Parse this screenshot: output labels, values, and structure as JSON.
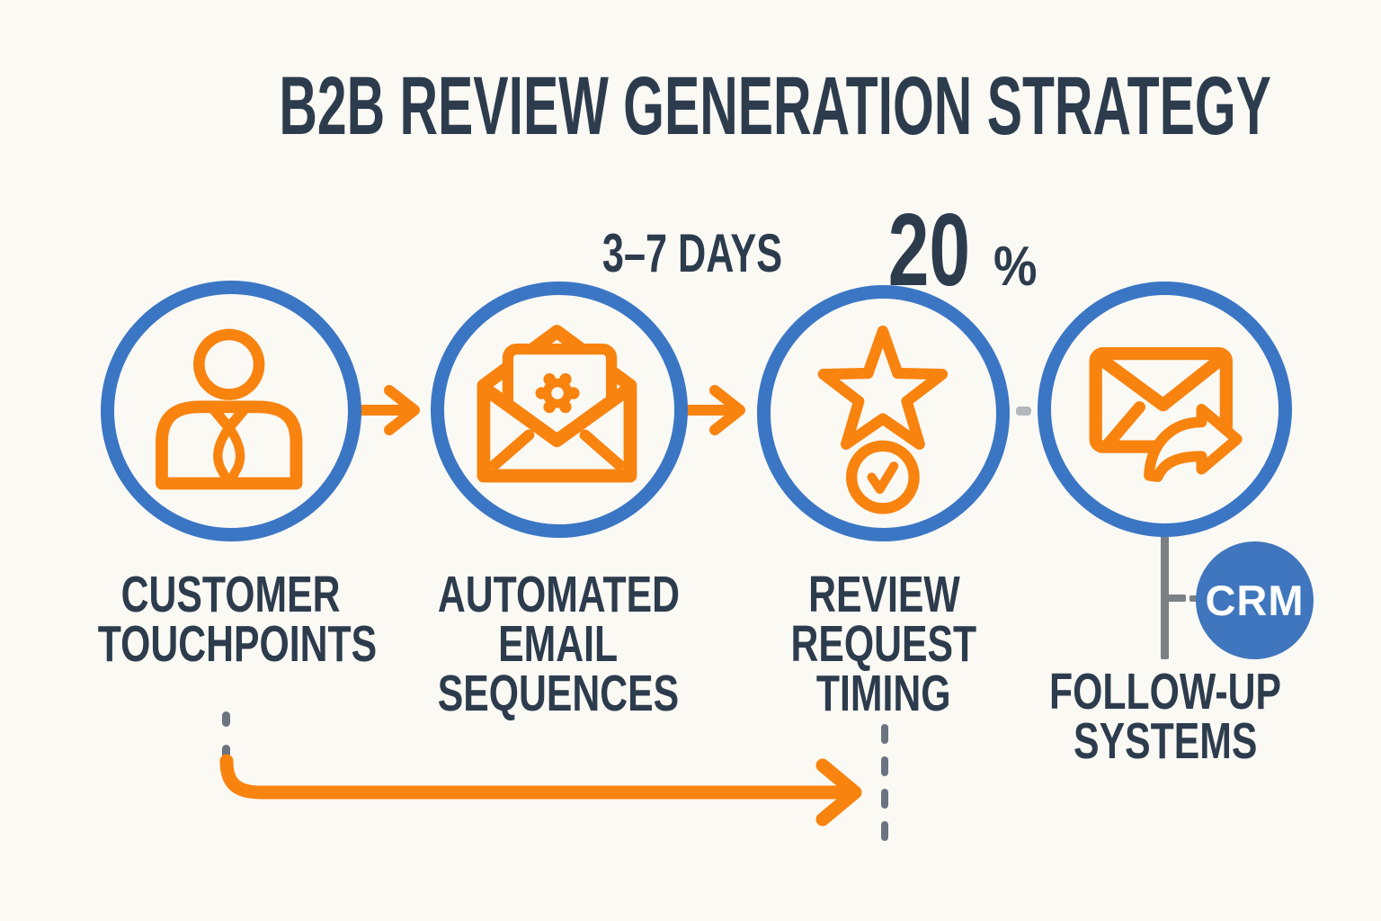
{
  "title": "B2B REVIEW GENERATION STRATEGY",
  "annotations": {
    "days_label": "3–7 DAYS",
    "percent_value": "20",
    "percent_sign": "%"
  },
  "nodes": [
    {
      "id": "customer-touchpoints",
      "icon": "person-icon",
      "lines": [
        "CUSTOMER",
        "TOUCHPOINTS"
      ]
    },
    {
      "id": "automated-email-sequences",
      "icon": "email-gear-icon",
      "lines": [
        "AUTOMATED",
        "EMAIL",
        "SEQUENCES"
      ]
    },
    {
      "id": "review-request-timing",
      "icon": "star-clock-icon",
      "lines": [
        "REVIEW",
        "REQUEST",
        "TIMING"
      ]
    },
    {
      "id": "follow-up-systems",
      "icon": "email-forward-icon",
      "lines": [
        "FOLLOW-UP",
        "SYSTEMS"
      ]
    }
  ],
  "badge": {
    "label": "CRM"
  },
  "colors": {
    "background": "#fbf9f4",
    "accent": "#f8830f",
    "ring": "#3b76c4",
    "ink": "#2d3c4d",
    "gray": "#6b7480",
    "gray_light": "#b3b7bc",
    "connector": "#7b8084",
    "crm_bg": "#3f76bd",
    "crm_text": "#ffffff"
  }
}
